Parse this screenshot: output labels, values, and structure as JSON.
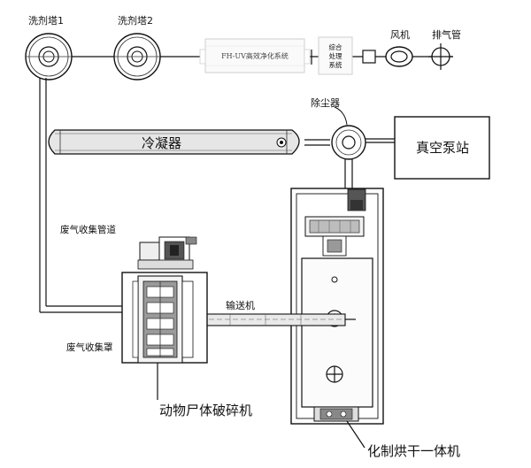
{
  "labels": {
    "scrubber1": "洗剂塔1",
    "scrubber2": "洗剂塔2",
    "fh_uv": "FH-UV高效净化系统",
    "integrated_1": "综合",
    "integrated_2": "处理",
    "integrated_3": "系统",
    "fan": "风机",
    "exhaust": "排气管",
    "dust_remover": "除尘器",
    "condenser": "冷凝器",
    "vacuum_station": "真空泵站",
    "gas_pipe": "废气收集管道",
    "conveyor": "输送机",
    "gas_hood": "废气收集罩",
    "crusher": "动物尸体破碎机",
    "dryer": "化制烘干一体机"
  }
}
